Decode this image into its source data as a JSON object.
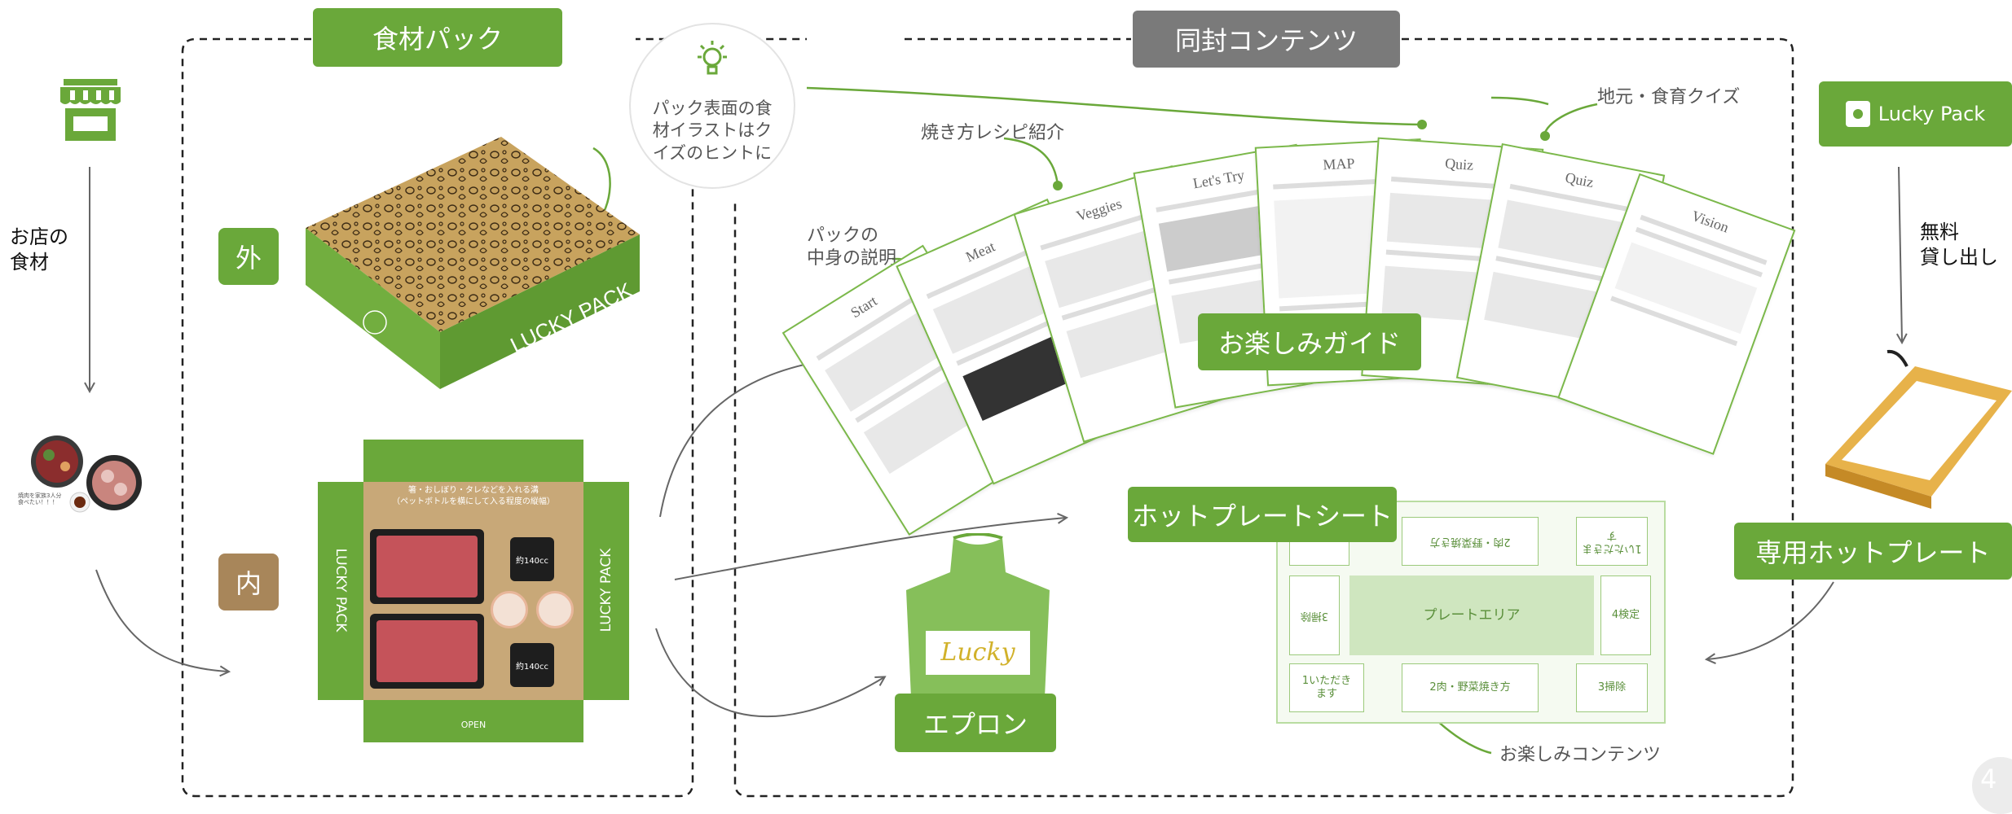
{
  "left": {
    "shop_caption": "お店の\n食材",
    "food_caption": "焼肉を家族3人分食べたい！！！"
  },
  "pack": {
    "title": "食材パック",
    "outer_label": "外",
    "inner_label": "内",
    "box_brand": "LUCKY PACK",
    "tray_note": "箸・おしぼり・タレなどを入れる溝\n（ペットボトルを横にして入る程度の縦幅）",
    "cup_label_1": "約140cc",
    "cup_label_2": "約140cc",
    "open_label": "OPEN",
    "side_label_left": "LUCKY PACK",
    "side_label_right": "LUCKY PACK"
  },
  "hint": {
    "text": "パック表面の食\n材イラストはク\nイズのヒントに"
  },
  "contents": {
    "title": "同封コンテンツ",
    "guide_label": "お楽しみガイド",
    "ann_start": "パックの\n中身の説明",
    "ann_recipe": "焼き方レシピ紹介",
    "ann_quiz": "地元・食育クイズ",
    "sheets": [
      "Start",
      "Meat",
      "Veggies",
      "Let's Try",
      "MAP",
      "Quiz",
      "Quiz",
      "Vision"
    ],
    "hotplate_sheet_label": "ホットプレートシート",
    "plate_area": "プレートエリア",
    "plate_cells": {
      "top_left": "",
      "top_center": "2肉・野菜焼き方",
      "top_right": "1いただきます",
      "mid_left": "3掃除",
      "mid_right": "4検定",
      "bottom_left": "1いただき\nます",
      "bottom_center": "2肉・野菜焼き方",
      "bottom_right": "3掃除"
    },
    "plate_caption": "お楽しみコンテンツ",
    "apron_label": "エプロン",
    "apron_logo": "Lucky"
  },
  "right": {
    "lucky_pack_button": "Lucky Pack",
    "rental_caption": "無料\n貸し出し",
    "hotplate_label": "専用ホットプレート"
  },
  "page_number": "4",
  "colors": {
    "green": "#6aa83a",
    "grey_tag": "#7a7a7a",
    "brown_tag": "#a8865a",
    "kraft": "#c8a35e"
  }
}
